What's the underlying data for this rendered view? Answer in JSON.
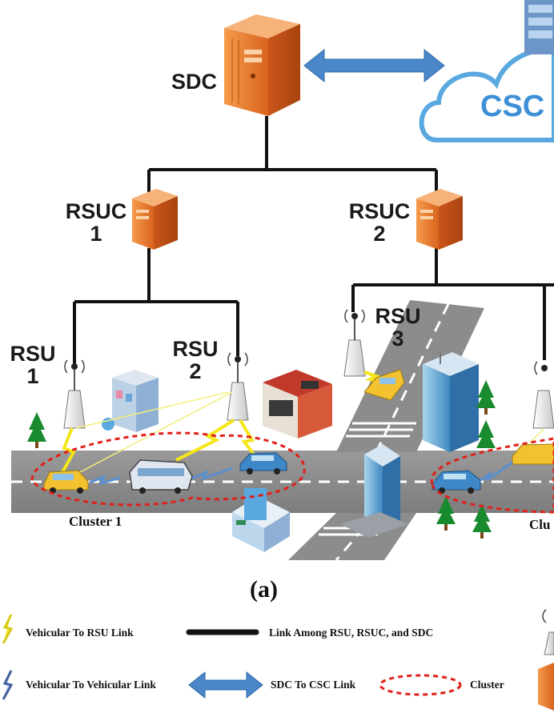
{
  "nodes": {
    "sdc": "SDC",
    "csc": "CSC",
    "rsuc1": "RSUC\n1",
    "rsuc2": "RSUC\n2",
    "rsu1": "RSU\n1",
    "rsu2": "RSU\n2",
    "rsu3": "RSU\n3"
  },
  "clusters": {
    "cluster1": "Cluster 1",
    "cluster2_partial": "Clu"
  },
  "caption": "(a)",
  "legend": {
    "v2rsu": "Vehicular To RSU Link",
    "link_among": "Link Among RSU, RSUC, and SDC",
    "v2v": "Vehicular To Vehicular Link",
    "sdc_csc": "SDC To CSC Link",
    "cluster": "Cluster"
  },
  "colors": {
    "server_orange": "#e8742a",
    "cloud_blue": "#5aa8e0",
    "arrow_blue": "#4a86c8",
    "cluster_red": "#e0201a",
    "lightning_yellow": "#f5e61a",
    "road_gray": "#8a8a8a"
  }
}
